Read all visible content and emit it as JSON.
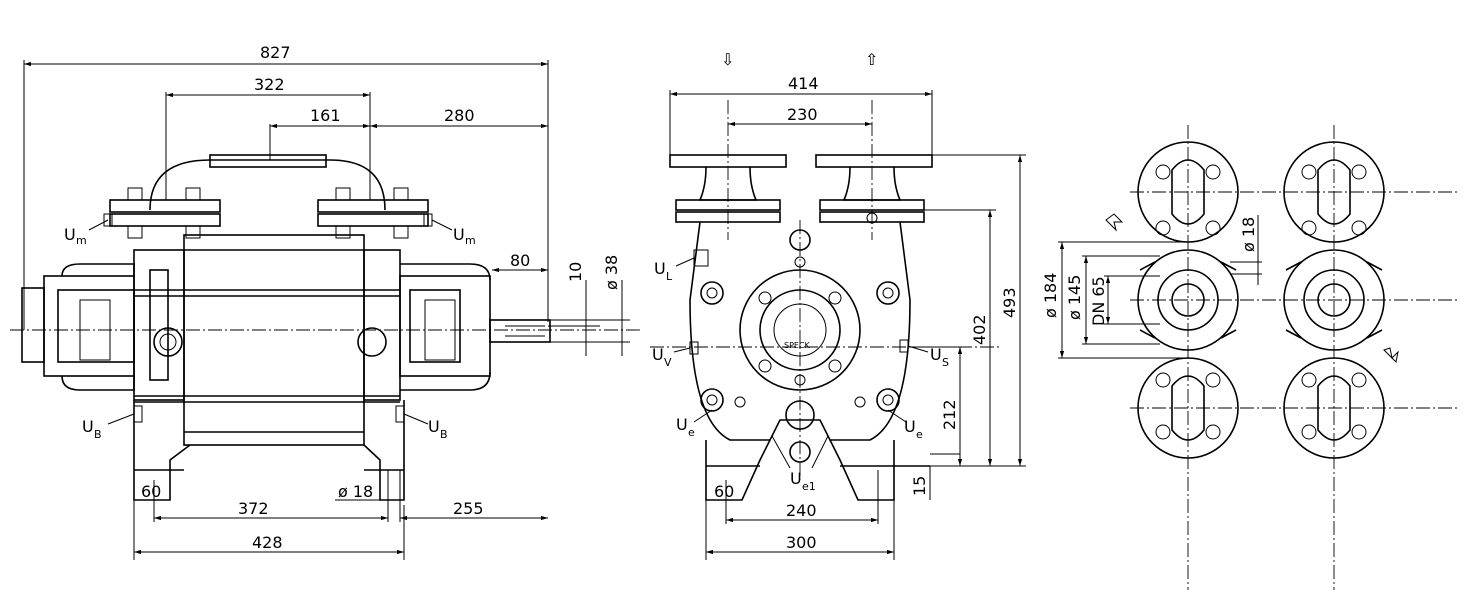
{
  "front_view": {
    "dims": {
      "overall_length": "827",
      "top_flange_span": "322",
      "flange_offset": "161",
      "to_shaft_end": "280",
      "shaft_length": "80",
      "shaft_key": "10",
      "shaft_diameter": "ø 38",
      "bolt_hole": "ø 18",
      "foot_width": "60",
      "foot_spacing": "372",
      "foot_overall": "428",
      "foot_to_shaft": "255"
    },
    "labels": {
      "um_left": "U",
      "um_left_sub": "m",
      "um_right": "U",
      "um_right_sub": "m",
      "ub_left": "U",
      "ub_left_sub": "B",
      "ub_right": "U",
      "ub_right_sub": "B"
    }
  },
  "side_view": {
    "dims": {
      "flange_overall": "414",
      "flange_spacing": "230",
      "total_height": "493",
      "flange_height": "402",
      "shaft_height": "212",
      "foot_thickness": "15",
      "foot_width": "60",
      "foot_spacing": "240",
      "foot_overall": "300"
    },
    "labels": {
      "ul": "U",
      "ul_sub": "L",
      "uv": "U",
      "uv_sub": "V",
      "us": "U",
      "us_sub": "S",
      "ue_left": "U",
      "ue_left_sub": "e",
      "ue_right": "U",
      "ue_right_sub": "e",
      "ue1": "U",
      "ue1_sub": "e1",
      "logo_text": "SPECK"
    },
    "arrows": {
      "inlet": "⇩",
      "outlet": "⇧"
    }
  },
  "flange_view": {
    "dims": {
      "outer_diameter": "ø 184",
      "bolt_circle": "ø 145",
      "nominal": "DN 65",
      "bolt_hole": "ø 18"
    }
  }
}
